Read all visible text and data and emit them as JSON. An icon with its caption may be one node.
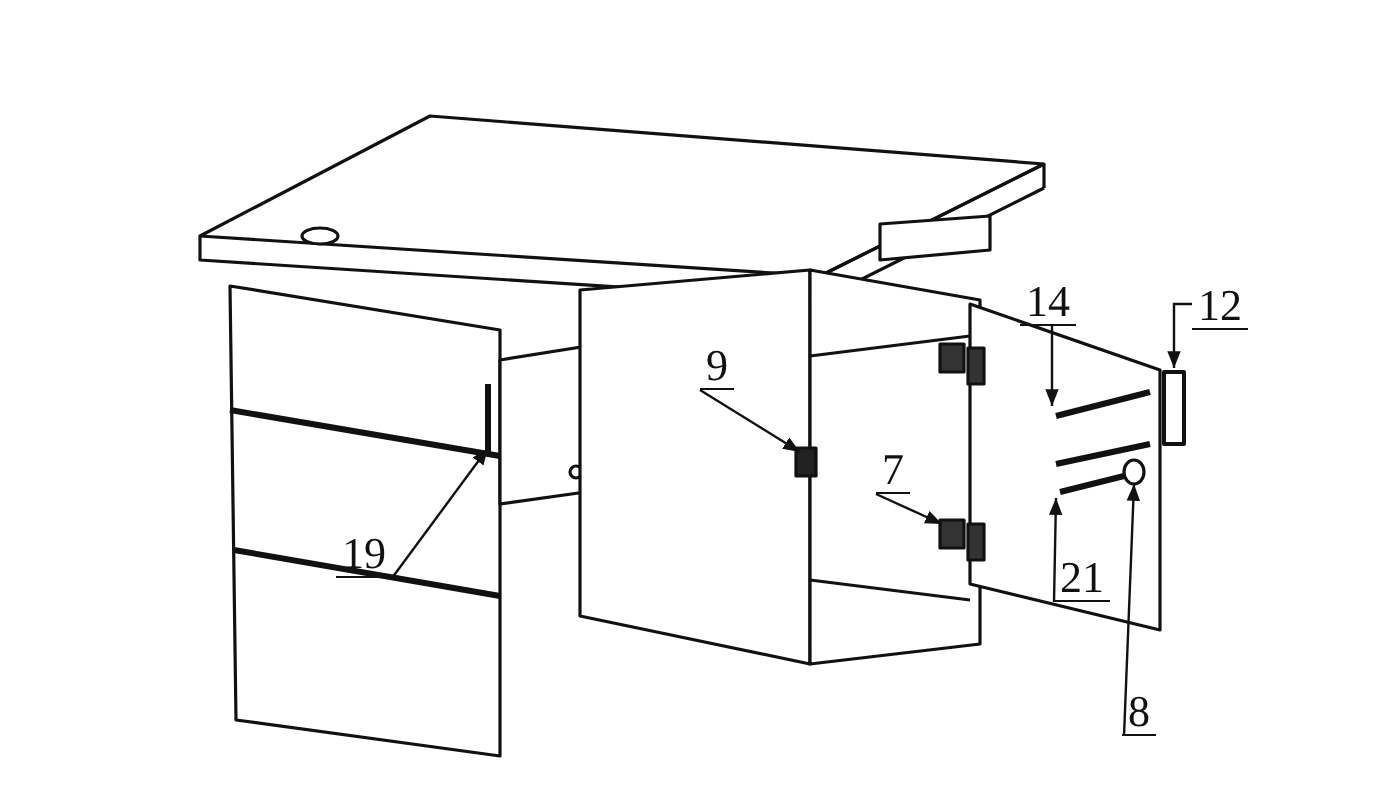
{
  "diagram": {
    "nodes": [
      {
        "text": [
          "14"
        ]
      },
      {
        "text": [
          "12"
        ]
      },
      {
        "text": [
          "9"
        ]
      },
      {
        "text": [
          "7"
        ]
      },
      {
        "text": [
          "19"
        ]
      },
      {
        "text": [
          "21"
        ]
      },
      {
        "text": [
          "8"
        ]
      }
    ],
    "edges": [
      {
        "from": 0,
        "to": null,
        "arrow": "to"
      },
      {
        "from": 1,
        "to": null,
        "arrow": "to"
      },
      {
        "from": 2,
        "to": null,
        "arrow": "to"
      },
      {
        "from": 3,
        "to": null,
        "arrow": "to"
      },
      {
        "from": 4,
        "to": null,
        "arrow": "to"
      },
      {
        "from": 5,
        "to": null,
        "arrow": "to"
      },
      {
        "from": 6,
        "to": null,
        "arrow": "to"
      }
    ]
  }
}
